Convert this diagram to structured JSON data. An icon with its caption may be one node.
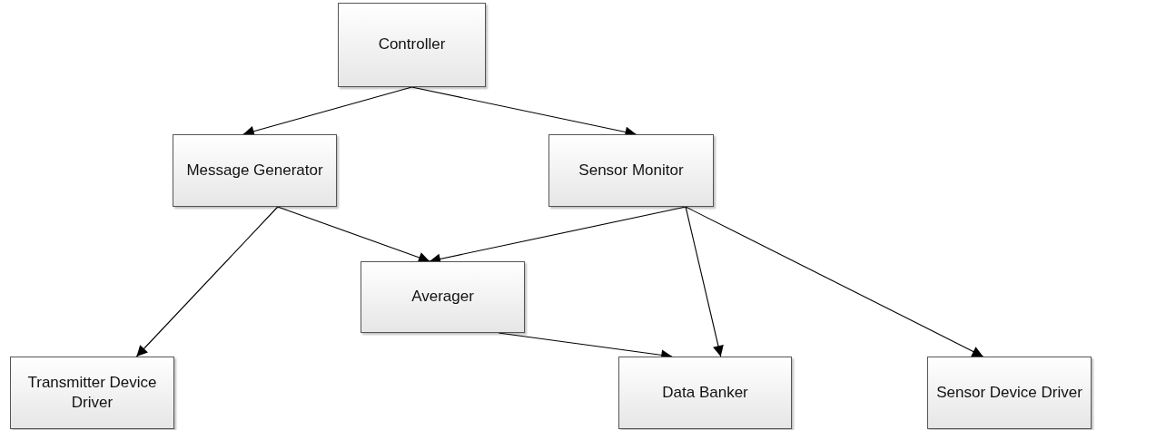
{
  "diagram": {
    "nodes": [
      {
        "text": [
          "Controller"
        ]
      },
      {
        "text": [
          "Message Generator"
        ]
      },
      {
        "text": [
          "Sensor Monitor"
        ]
      },
      {
        "text": [
          "Averager"
        ]
      },
      {
        "text": [
          "Transmitter Device Driver"
        ]
      },
      {
        "text": [
          "Data Banker"
        ]
      },
      {
        "text": [
          "Sensor Device Driver"
        ]
      }
    ],
    "edges": [
      {
        "from": 0,
        "to": 1,
        "arrow": "to"
      },
      {
        "from": 0,
        "to": 2,
        "arrow": "to"
      },
      {
        "from": 1,
        "to": 4,
        "arrow": "to"
      },
      {
        "from": 1,
        "to": 3,
        "arrow": "to"
      },
      {
        "from": 2,
        "to": 3,
        "arrow": "to"
      },
      {
        "from": 2,
        "to": 5,
        "arrow": "to"
      },
      {
        "from": 2,
        "to": 6,
        "arrow": "to"
      },
      {
        "from": 3,
        "to": 5,
        "arrow": "to"
      }
    ]
  }
}
